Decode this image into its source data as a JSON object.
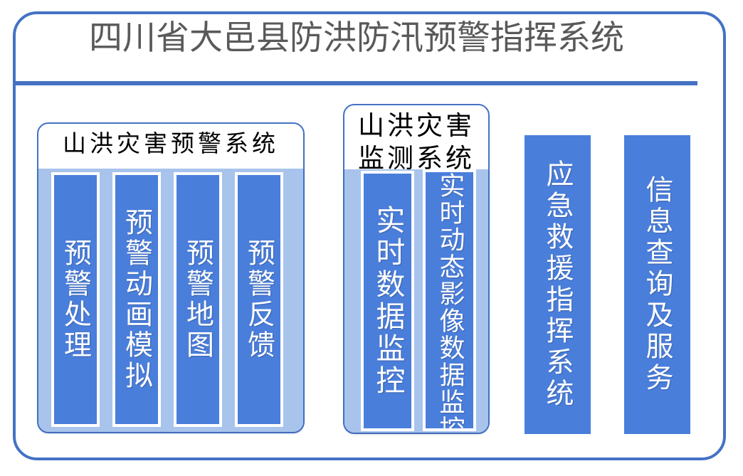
{
  "header": {
    "title": "四川省大邑县防洪防汛预警指挥系统",
    "title_color": "#595959",
    "rule_color": "#4472C4"
  },
  "theme": {
    "frame_border": "#4472C4",
    "panel_body_bg": "#A8C4EC",
    "tile_bg": "#4A7EDB",
    "tile_border": "#FFFFFF",
    "tile_text": "#FFFFFF",
    "panel_title_text": "#000000"
  },
  "panels": [
    {
      "id": "warning-system",
      "title": "山洪灾害预警系统",
      "title_lines": [
        "山洪灾害预警系统"
      ],
      "tiles": [
        {
          "id": "warning-processing",
          "label": "预警处理"
        },
        {
          "id": "warning-animation-simulation",
          "label": "预警动画模拟"
        },
        {
          "id": "warning-map",
          "label": "预警地图"
        },
        {
          "id": "warning-feedback",
          "label": "预警反馈"
        }
      ]
    },
    {
      "id": "monitoring-system",
      "title": "山洪灾害监测系统",
      "title_lines": [
        "山洪灾害",
        "监测系统"
      ],
      "tiles": [
        {
          "id": "realtime-data-monitoring",
          "label": "实时数据监控"
        },
        {
          "id": "realtime-dynamic-image-data-monitoring",
          "label": "实时动态影像数据监控"
        }
      ]
    }
  ],
  "columns": [
    {
      "id": "emergency-rescue-command-system",
      "label": "应急救援指挥系统"
    },
    {
      "id": "information-query-and-service",
      "label": "信息查询及服务"
    }
  ]
}
